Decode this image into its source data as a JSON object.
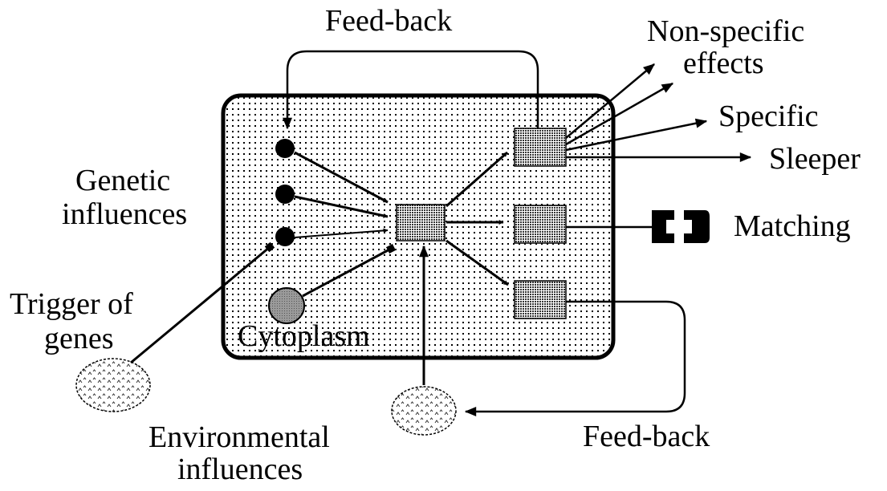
{
  "labels": {
    "feedback_top": "Feed-back",
    "nonspecific_line1": "Non-specific",
    "nonspecific_line2": "effects",
    "specific": "Specific",
    "sleeper": "Sleeper",
    "matching": "Matching",
    "genetic_line1": "Genetic",
    "genetic_line2": "influences",
    "trigger_line1": "Trigger of",
    "trigger_line2": "genes",
    "cytoplasm": "Cytoplasm",
    "environmental_line1": "Environmental",
    "environmental_line2": "influences",
    "feedback_bottom": "Feed-back"
  }
}
